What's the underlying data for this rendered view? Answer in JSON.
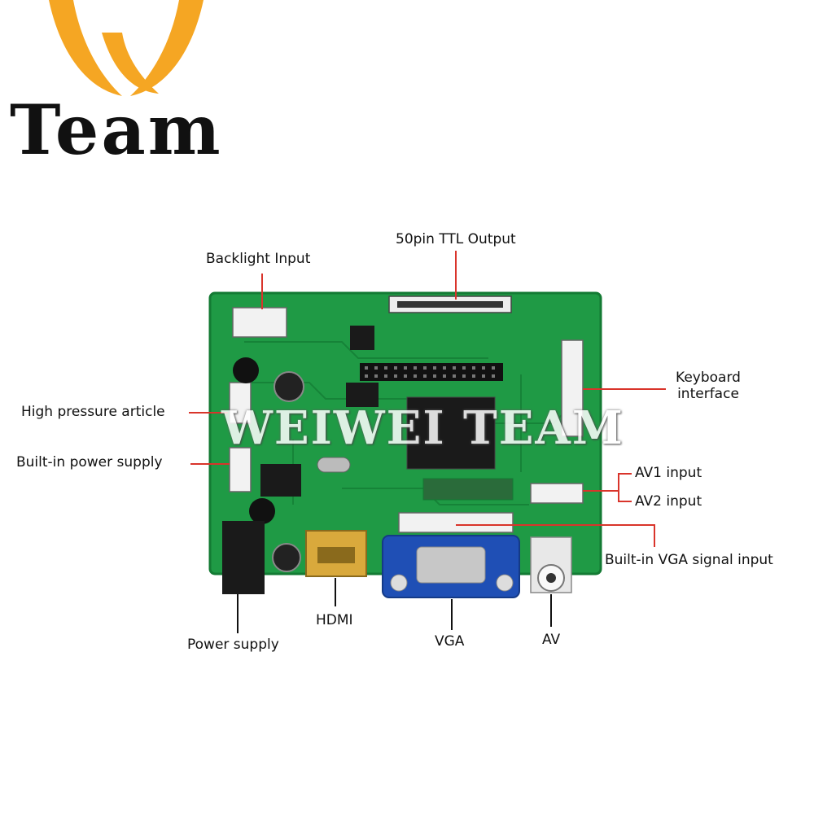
{
  "logo": {
    "brand_text": "Team",
    "mark": "orange-w-mark",
    "mark_color": "#f5a623"
  },
  "watermark": "WEIWEI TEAM",
  "colors": {
    "pcb": "#1f9a45",
    "pcb_dark": "#137a33",
    "leader_line": "#d9342b",
    "vga_blue": "#1f4fb5",
    "hdmi_gold": "#d9a93c"
  },
  "labels": {
    "ttl_output": "50pin TTL Output",
    "backlight_input": "Backlight Input",
    "high_pressure": "High pressure article",
    "power_supply_builtin": "Built-in power supply",
    "keyboard_interface_line1": "Keyboard",
    "keyboard_interface_line2": "interface",
    "av1_input": "AV1 input",
    "av2_input": "AV2 input",
    "vga_signal_input": "Built-in VGA signal input",
    "hdmi": "HDMI",
    "vga": "VGA",
    "av": "AV",
    "power_supply": "Power supply"
  }
}
